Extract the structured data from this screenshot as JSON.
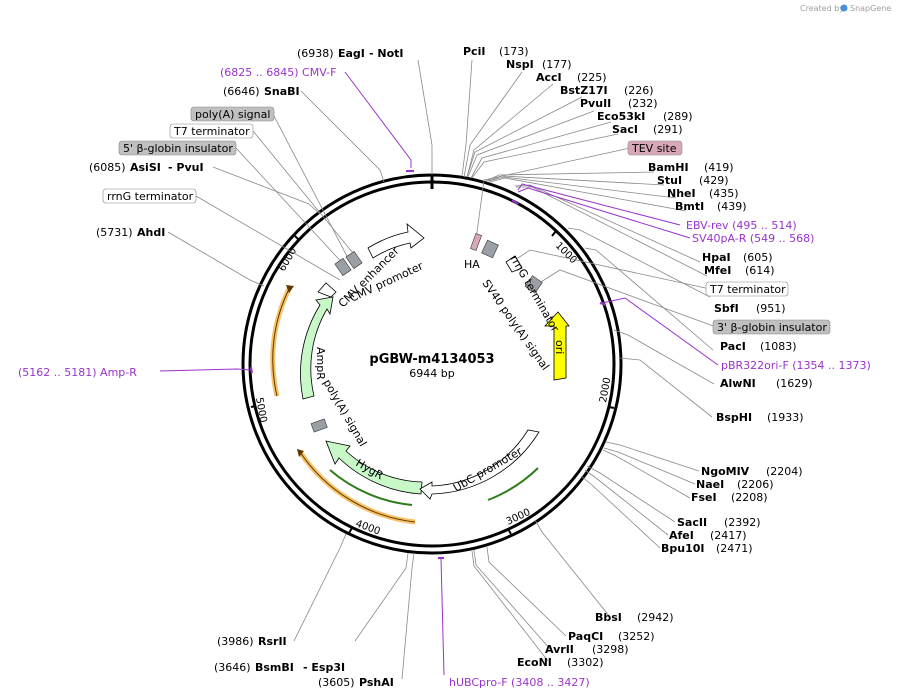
{
  "header": {
    "credit_text": "Created by",
    "credit_brand": "SnapGene"
  },
  "plasmid": {
    "name": "pGBW-m4134053",
    "size_text": "6944 bp"
  },
  "ticks": [
    "1000",
    "2000",
    "3000",
    "4000",
    "5000",
    "6000"
  ],
  "sites": [
    {
      "name": "EagI",
      "extra": " - NotI",
      "pos": "(6938)"
    },
    {
      "name": "PciI",
      "pos": "(173)"
    },
    {
      "name": "NspI",
      "pos": "(177)"
    },
    {
      "name": "AccI",
      "pos": "(225)"
    },
    {
      "name": "BstZ17I",
      "pos": "(226)"
    },
    {
      "name": "PvuII",
      "pos": "(232)"
    },
    {
      "name": "Eco53kI",
      "pos": "(289)"
    },
    {
      "name": "SacI",
      "pos": "(291)"
    },
    {
      "name": "BamHI",
      "pos": "(419)"
    },
    {
      "name": "StuI",
      "pos": "(429)"
    },
    {
      "name": "NheI",
      "pos": "(435)"
    },
    {
      "name": "BmtI",
      "pos": "(439)"
    },
    {
      "name": "HpaI",
      "pos": "(605)"
    },
    {
      "name": "MfeI",
      "pos": "(614)"
    },
    {
      "name": "SbfI",
      "pos": "(951)"
    },
    {
      "name": "PacI",
      "pos": "(1083)"
    },
    {
      "name": "AlwNI",
      "pos": "(1629)"
    },
    {
      "name": "BspHI",
      "pos": "(1933)"
    },
    {
      "name": "NgoMIV",
      "pos": "(2204)"
    },
    {
      "name": "NaeI",
      "pos": "(2206)"
    },
    {
      "name": "FseI",
      "pos": "(2208)"
    },
    {
      "name": "SacII",
      "pos": "(2392)"
    },
    {
      "name": "AfeI",
      "pos": "(2417)"
    },
    {
      "name": "Bpu10I",
      "pos": "(2471)"
    },
    {
      "name": "BbsI",
      "pos": "(2942)"
    },
    {
      "name": "PaqCI",
      "pos": "(3252)"
    },
    {
      "name": "AvrII",
      "pos": "(3298)"
    },
    {
      "name": "EcoNI",
      "pos": "(3302)"
    },
    {
      "name": "PshAI",
      "pos": "(3605)"
    },
    {
      "name": "BsmBI",
      "extra": " - Esp3I",
      "pos": "(3646)"
    },
    {
      "name": "RsrII",
      "pos": "(3986)"
    },
    {
      "name": "AhdI",
      "pos": "(5731)"
    },
    {
      "name": "AsiSI",
      "extra": " - PvuI",
      "pos": "(6085)"
    },
    {
      "name": "SnaBI",
      "pos": "(6646)"
    }
  ],
  "primers": {
    "cmv_f": "(6825 .. 6845)  CMV-F",
    "ebv_rev": "EBV-rev    (495 .. 514)",
    "sv40pa_r": "SV40pA-R    (549 .. 568)",
    "pbr322": "pBR322ori-F    (1354 .. 1373)",
    "amp_r": "(5162 .. 5181)  Amp-R",
    "hubcpro": "hUBCpro-F    (3408 .. 3427)"
  },
  "boxed_features": {
    "polya": "poly(A) signal",
    "t7_left": "T7 terminator",
    "globin_left": "5' β-globin insulator",
    "rrng_left": "rrnG terminator",
    "tev": "TEV site",
    "t7_right": "T7 terminator",
    "globin_right": "3' β-globin insulator"
  },
  "features": {
    "cmv_enhancer": "CMV enhancer",
    "cmv_promoter": "CMV promoter",
    "ha": "HA",
    "rrng": "rrnG terminator",
    "sv40": "SV40 poly(A) signal",
    "ori": "ori",
    "ampr": "AmpR",
    "polya_inner": "poly(A) signal",
    "hygr": "HygR",
    "ubc": "UbC promoter"
  },
  "colors": {
    "ori": "#ffff00",
    "resistance": "#c8f7c8",
    "orf": "#f5a623",
    "primer": "#9933cc",
    "tev_box": "#d9a8b8",
    "grey_box": "#c0c0c0"
  }
}
